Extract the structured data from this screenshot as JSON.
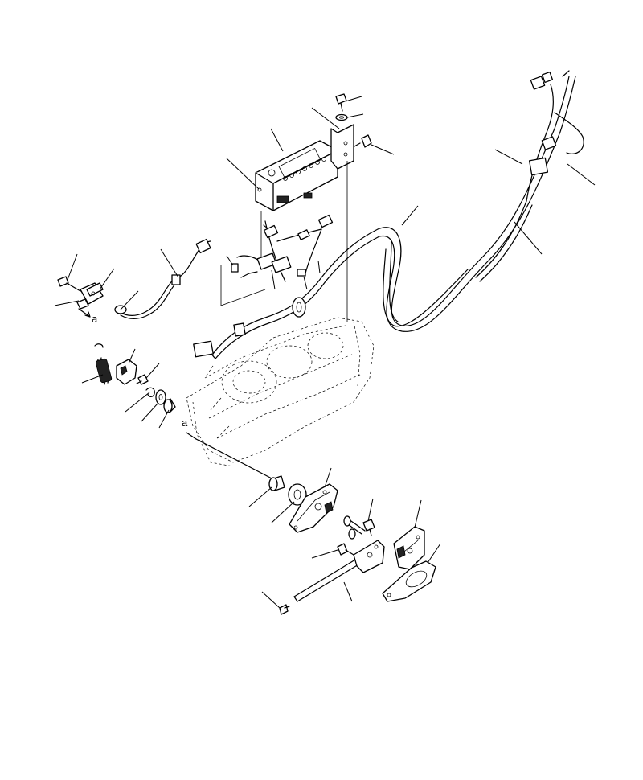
{
  "diagram": {
    "callout_letters": [
      {
        "id": "a1",
        "text": "a"
      },
      {
        "id": "a2",
        "text": "a"
      }
    ]
  }
}
